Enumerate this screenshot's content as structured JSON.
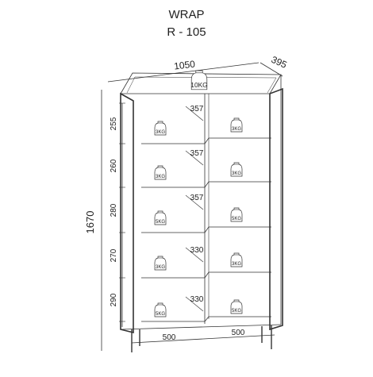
{
  "header": {
    "title": "WRAP",
    "model": "R - 105"
  },
  "dimensions": {
    "width": "1050",
    "depth": "395",
    "height": "1670",
    "shelf_heights": [
      "255",
      "260",
      "280",
      "270",
      "290"
    ],
    "compartment_widths": [
      "500",
      "500"
    ],
    "inner_depths": [
      "357",
      "357",
      "357",
      "330",
      "330"
    ]
  },
  "load_labels": {
    "top": "10KG",
    "left": [
      "3KG",
      "3KG",
      "5KG",
      "3KG",
      "5KG"
    ],
    "right": [
      "3KG",
      "3KG",
      "5KG",
      "3KG",
      "5KG"
    ]
  }
}
